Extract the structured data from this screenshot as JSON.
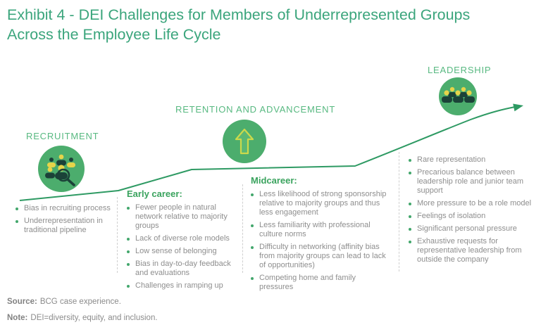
{
  "title": {
    "line1": "Exhibit 4 - DEI Challenges for Members of Underrepresented Groups",
    "line2": "Across the Employee Life Cycle"
  },
  "stages": [
    {
      "label": "RECRUITMENT",
      "icon": "people-search-icon"
    },
    {
      "label": "RETENTION AND ADVANCEMENT",
      "icon": "up-arrow-icon"
    },
    {
      "label": "LEADERSHIP",
      "icon": "team-icon"
    }
  ],
  "columns": [
    {
      "header": "",
      "items": [
        "Bias in recruiting process",
        "Underrepresentation in traditional pipeline"
      ]
    },
    {
      "header": "Early career:",
      "items": [
        "Fewer people in natural network relative to majority groups",
        "Lack of diverse role models",
        "Low sense of belonging",
        "Bias in day-to-day feedback and evaluations",
        "Challenges in ramping up"
      ]
    },
    {
      "header": "Midcareer:",
      "items": [
        "Less likelihood of strong sponsorship relative to majority groups and thus less engagement",
        "Less familiarity with professional culture norms",
        "Difficulty in networking (affinity bias from majority groups can lead to lack of opportunities)",
        "Competing home and family pressures"
      ]
    },
    {
      "header": "",
      "items": [
        "Rare representation",
        "Precarious balance between leadership role and junior team support",
        "More pressure to be a role model",
        "Feelings of isolation",
        "Significant personal pressure",
        "Exhaustive requests for representative leadership from outside the company"
      ]
    }
  ],
  "footer": {
    "source_label": "Source:",
    "source_text": "BCG case experience.",
    "note_label": "Note:",
    "note_text": "DEI=diversity, equity, and inclusion."
  },
  "colors": {
    "title_green": "#3ba57c",
    "stage_label_green": "#58b981",
    "circle_green": "#4cad6d",
    "line_green": "#2e9a63",
    "header_green": "#3aa35e",
    "bullet_green": "#43a76c",
    "body_gray": "#8e8e8e",
    "icon_dark": "#1b4238",
    "icon_yellow": "#e6d44a"
  }
}
